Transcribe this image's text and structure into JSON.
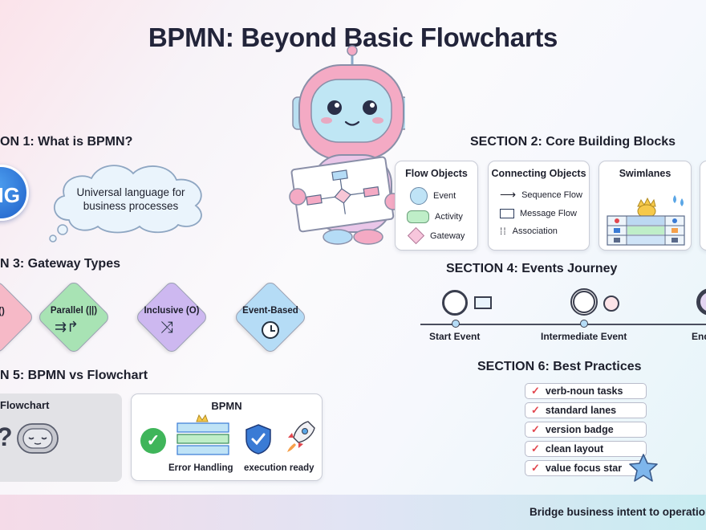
{
  "title": "BPMN: Beyond Basic Flowcharts",
  "section1": {
    "heading": "ON 1: What is BPMN?",
    "logo_text": "IG",
    "bubble_text": "Universal language for business processes"
  },
  "section2": {
    "heading": "SECTION 2: Core Building Blocks",
    "flow_objects": {
      "title": "Flow Objects",
      "items": [
        "Event",
        "Activity",
        "Gateway"
      ]
    },
    "connecting_objects": {
      "title": "Connecting Objects",
      "items": [
        "Sequence Flow",
        "Message Flow",
        "Association"
      ]
    },
    "swimlanes": {
      "title": "Swimlanes"
    }
  },
  "section3": {
    "heading": "N 3: Gateway Types",
    "gateways": [
      {
        "label": "Parallel (||)",
        "color": "#a8e3b4"
      },
      {
        "label": "Inclusive (O)",
        "color": "#cdb8f0"
      },
      {
        "label": "Event-Based",
        "color": "#b5dcf6"
      }
    ],
    "partial_label": "()"
  },
  "section4": {
    "heading": "SECTION 4: Events Journey",
    "events": [
      "Start Event",
      "Intermediate Event",
      "End"
    ]
  },
  "section5": {
    "heading": "N 5: BPMN vs Flowchart",
    "flowchart_title": "Flowchart",
    "bpmn_title": "BPMN",
    "bpmn_labels": [
      "Error Handling",
      "execution ready"
    ]
  },
  "section6": {
    "heading": "SECTION 6: Best Practices",
    "items": [
      "verb-noun tasks",
      "standard lanes",
      "version badge",
      "clean layout",
      "value focus star"
    ]
  },
  "footer": {
    "text": "Bridge business intent to operation"
  },
  "colors": {
    "accent_check": "#e2474f",
    "parallel": "#a8e3b4",
    "inclusive": "#cdb8f0",
    "event_based": "#b5dcf6",
    "exclusive": "#f6b9c7",
    "robot_pink": "#f4aac4",
    "robot_blue": "#a9d8ee"
  }
}
